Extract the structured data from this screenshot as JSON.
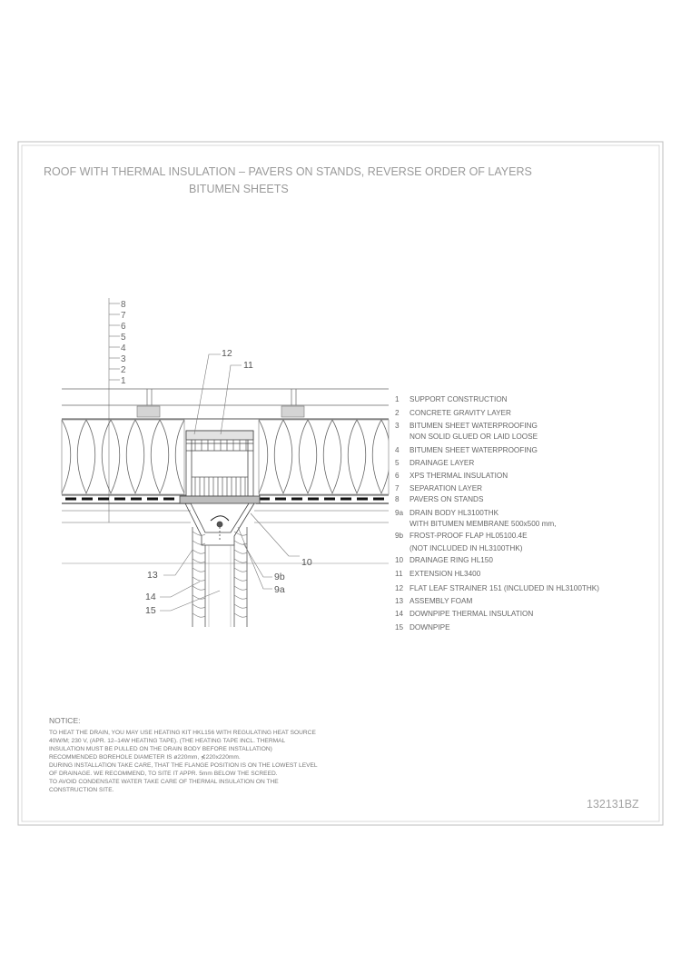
{
  "title": {
    "line1": "ROOF WITH THERMAL INSULATION – PAVERS ON STANDS, REVERSE ORDER OF LAYERS",
    "line2": "BITUMEN SHEETS"
  },
  "layer_numbers": [
    "8",
    "7",
    "6",
    "5",
    "4",
    "3",
    "2",
    "1"
  ],
  "callouts": {
    "c12": "12",
    "c11": "11",
    "c13": "13",
    "c14": "14",
    "c15": "15",
    "c10": "10",
    "c9b": "9b",
    "c9a": "9a"
  },
  "legend": [
    {
      "num": "1",
      "text": "SUPPORT CONSTRUCTION"
    },
    {
      "num": "2",
      "text": "CONCRETE GRAVITY LAYER"
    },
    {
      "num": "3",
      "text": "BITUMEN SHEET WATERPROOFING"
    },
    {
      "num": "",
      "text": "NON SOLID GLUED OR LAID LOOSE"
    },
    {
      "num": "4",
      "text": "BITUMEN SHEET WATERPROOFING"
    },
    {
      "num": "5",
      "text": "DRAINAGE LAYER"
    },
    {
      "num": "6",
      "text": "XPS THERMAL INSULATION"
    },
    {
      "num": "7",
      "text": "SEPARATION LAYER"
    },
    {
      "num": "8",
      "text": "PAVERS ON STANDS"
    },
    {
      "num": "9a",
      "text": "DRAIN BODY HL3100THK"
    },
    {
      "num": "",
      "text": "WITH BITUMEN MEMBRANE 500x500 mm,"
    },
    {
      "num": "9b",
      "text": "FROST-PROOF FLAP HL05100.4E"
    },
    {
      "num": "",
      "text": "(NOT INCLUDED IN HL3100THK)"
    },
    {
      "num": "10",
      "text": "DRAINAGE RING HL150"
    },
    {
      "num": "11",
      "text": "EXTENSION HL3400"
    },
    {
      "num": "12",
      "text": "FLAT LEAF STRAINER 151 (INCLUDED IN HL3100THK)"
    },
    {
      "num": "13",
      "text": "ASSEMBLY FOAM"
    },
    {
      "num": "14",
      "text": "DOWNPIPE THERMAL INSULATION"
    },
    {
      "num": "15",
      "text": "DOWNPIPE"
    }
  ],
  "notice": {
    "heading": "NOTICE:",
    "lines": [
      "TO HEAT THE DRAIN, YOU MAY USE HEATING KIT HKL156 WITH REGULATING HEAT SOURCE",
      "40W/M; 230 V,  (APR. 12–14W HEATING TAPE). (THE HEATING TAPE INCL. THERMAL",
      "INSULATION MUST BE PULLED ON THE DRAIN BODY BEFORE INSTALLATION)",
      "RECOMMENDED BOREHOLE DIAMETER IS ø220mm, ⋠220x220mm.",
      "DURING INSTALLATION TAKE CARE, THAT THE FLANGE POSITION IS ON THE LOWEST LEVEL",
      "OF DRAINAGE. WE RECOMMEND, TO SITE IT APPR. 5mm BELOW THE SCREED.",
      "TO AVOID CONDENSATE WATER TAKE CARE OF THERMAL INSULATION ON THE",
      "CONSTRUCTION SITE."
    ]
  },
  "drawing_code": "132131BZ"
}
